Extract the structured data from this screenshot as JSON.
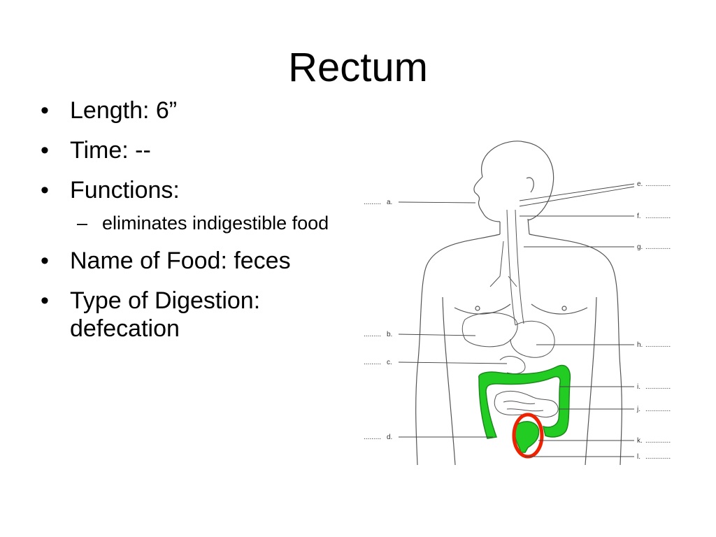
{
  "slide": {
    "title": "Rectum",
    "bullets": [
      {
        "text": "Length: 6”"
      },
      {
        "text": "Time: --"
      },
      {
        "text": "Functions:"
      },
      {
        "text": "Name of Food: feces"
      },
      {
        "text": "Type of Digestion: defecation"
      }
    ],
    "sub_bullet": "eliminates indigestible food"
  },
  "figure": {
    "labels": {
      "a": "a.",
      "b": "b.",
      "c": "c.",
      "d": "d.",
      "e": "e.",
      "f": "f.",
      "g": "g.",
      "h": "h.",
      "i": "i.",
      "j": "j.",
      "k": "k.",
      "l": "l."
    },
    "colors": {
      "colon": "#22cc22",
      "highlight": "#ee2200"
    }
  }
}
